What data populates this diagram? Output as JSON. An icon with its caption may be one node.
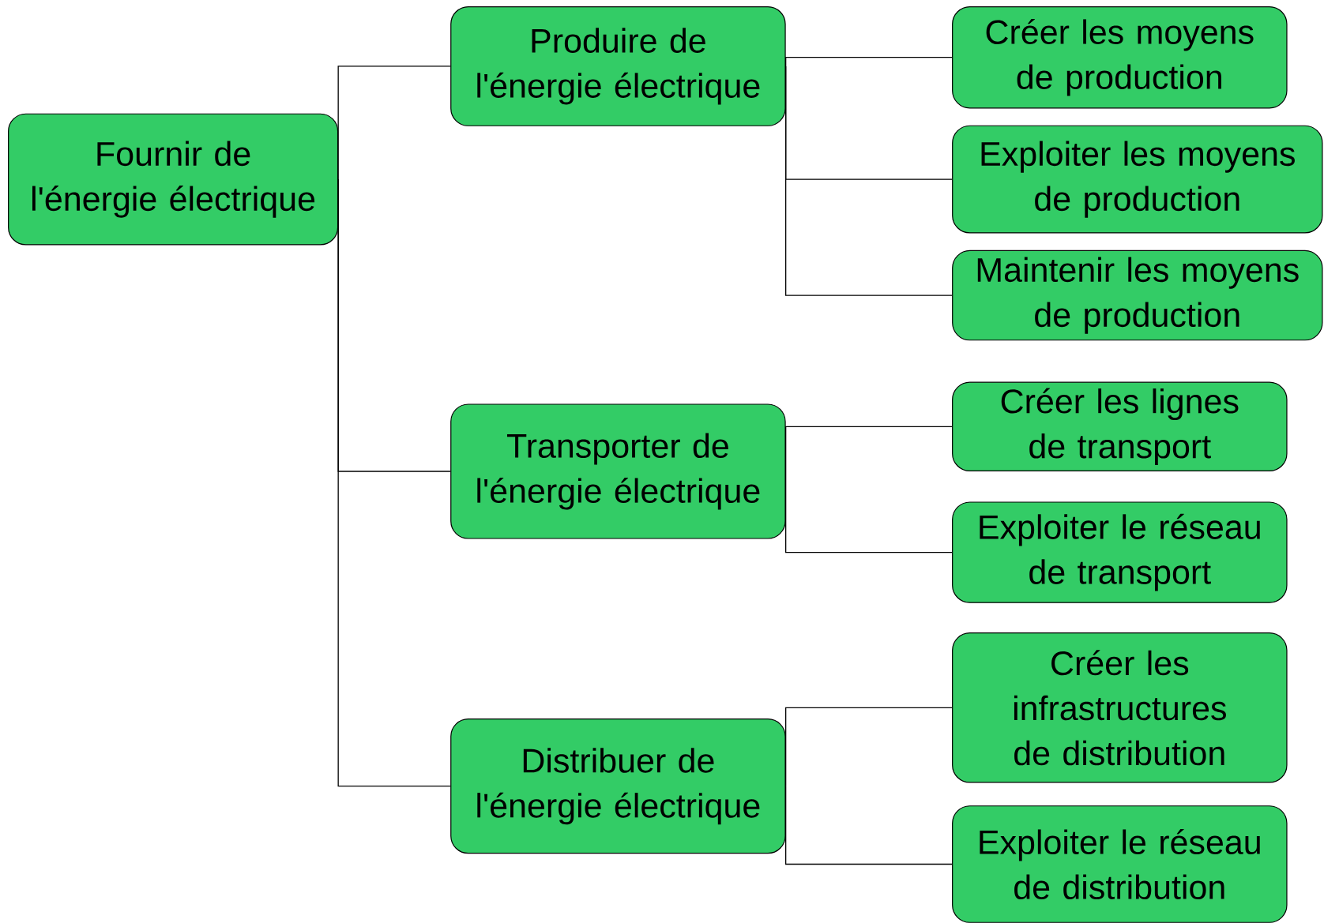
{
  "diagram": {
    "nodes": [
      {
        "text": [
          "Fournir de l'énergie électrique"
        ]
      },
      {
        "text": [
          "Produire de l'énergie électrique"
        ]
      },
      {
        "text": [
          "Créer les moyens de production"
        ]
      },
      {
        "text": [
          "Exploiter les moyens de production"
        ]
      },
      {
        "text": [
          "Maintenir les moyens de production"
        ]
      },
      {
        "text": [
          "Transporter de l'énergie électrique"
        ]
      },
      {
        "text": [
          "Créer les lignes de transport"
        ]
      },
      {
        "text": [
          "Exploiter le réseau de transport"
        ]
      },
      {
        "text": [
          "Distribuer de l'énergie électrique"
        ]
      },
      {
        "text": [
          "Créer les infrastructures de distribution"
        ]
      },
      {
        "text": [
          "Exploiter le réseau de distribution"
        ]
      }
    ],
    "edges": [
      {
        "from": 0,
        "to": 1,
        "arrow": "none"
      },
      {
        "from": 0,
        "to": 5,
        "arrow": "none"
      },
      {
        "from": 0,
        "to": 8,
        "arrow": "none"
      },
      {
        "from": 1,
        "to": 2,
        "arrow": "none"
      },
      {
        "from": 1,
        "to": 3,
        "arrow": "none"
      },
      {
        "from": 1,
        "to": 4,
        "arrow": "none"
      },
      {
        "from": 5,
        "to": 6,
        "arrow": "none"
      },
      {
        "from": 5,
        "to": 7,
        "arrow": "none"
      },
      {
        "from": 8,
        "to": 9,
        "arrow": "none"
      },
      {
        "from": 8,
        "to": 10,
        "arrow": "none"
      }
    ]
  }
}
